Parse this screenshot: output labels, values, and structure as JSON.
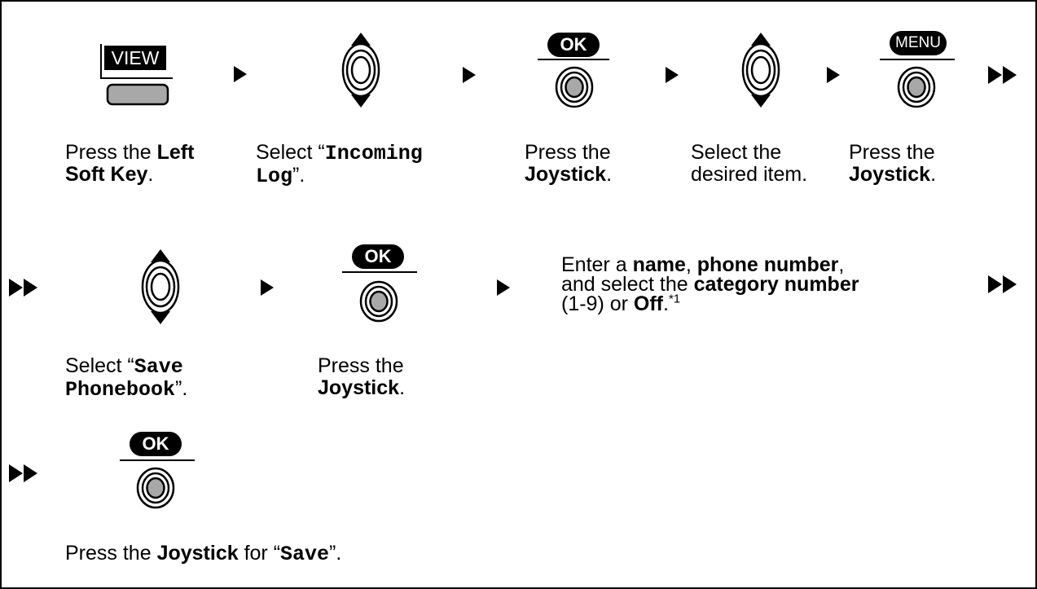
{
  "icons": {
    "view_key_label": "VIEW",
    "ok_label": "OK",
    "menu_label": "MENU"
  },
  "row1": {
    "step1": {
      "pre": "Press the ",
      "bold1": "Left",
      "bold2": "Soft Key",
      "post": "."
    },
    "step2": {
      "pre": "Select “",
      "mono1": "Incoming",
      "mono2": "Log",
      "post": "”."
    },
    "step3": {
      "line1": "Press the",
      "bold": "Joystick",
      "post": "."
    },
    "step4": {
      "line1": "Select the",
      "line2": "desired item."
    },
    "step5": {
      "line1": "Press the",
      "bold": "Joystick",
      "post": "."
    }
  },
  "row2": {
    "step1": {
      "pre": "Select “",
      "mono1": "Save",
      "mono2": "Phonebook",
      "post": "”."
    },
    "step2": {
      "line1": "Press the",
      "bold": "Joystick",
      "post": "."
    },
    "step3": {
      "t1": "Enter a ",
      "b1": "name",
      "t2": ", ",
      "b2": "phone number",
      "t3": ",",
      "t4": "and select the ",
      "b3": "category number",
      "t5": "(1-9) or ",
      "b4": "Off",
      "t6": ".",
      "note": "*1"
    }
  },
  "row3": {
    "step1": {
      "pre": "Press the ",
      "bold": "Joystick",
      "mid": " for “",
      "mono": "Save",
      "post": "”."
    }
  }
}
